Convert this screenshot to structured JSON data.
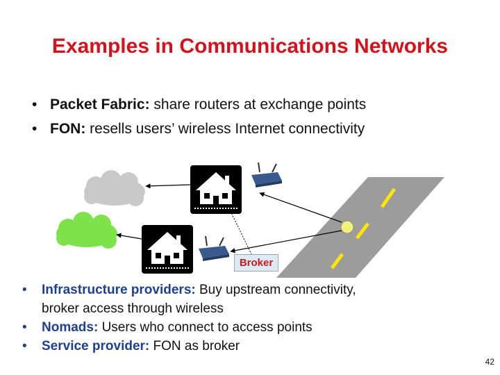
{
  "title": "Examples in Communications Networks",
  "top_bullets": [
    {
      "lead": "Packet Fabric:",
      "text": " share routers at exchange points"
    },
    {
      "lead": "FON:",
      "text": " resells users’ wireless Internet connectivity"
    }
  ],
  "diagram": {
    "broker_label": "Broker",
    "icons": [
      "cloud-gray-icon",
      "cloud-green-icon",
      "house-icon",
      "wireless-router-icon",
      "road-icon",
      "nomad-dot-icon"
    ],
    "colors": {
      "cloud_gray": "#c9c9c9",
      "cloud_green": "#7ee34a",
      "road": "#9c9c9c",
      "lane": "#ffe600",
      "nomad": "#f2f27a",
      "broker_bg": "#dde9f3",
      "broker_text": "#c8191f"
    }
  },
  "bottom_bullets": [
    {
      "lead": "Infrastructure providers:",
      "text": " Buy upstream connectivity,",
      "cont": "broker access through wireless"
    },
    {
      "lead": "Nomads:",
      "text": " Users who connect to access points",
      "cont": ""
    },
    {
      "lead": "Service provider:",
      "text": " FON as broker",
      "cont": ""
    }
  ],
  "page_number": "42"
}
